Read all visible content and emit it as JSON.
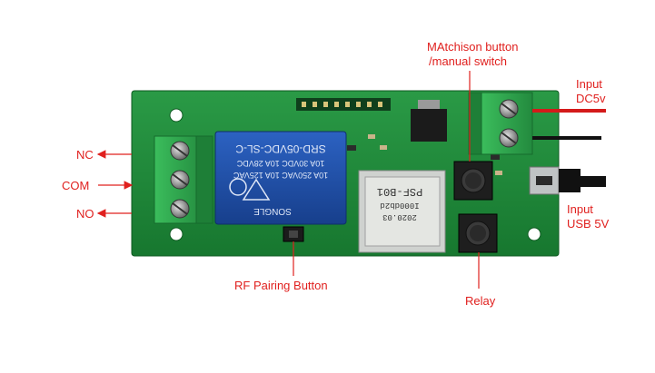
{
  "labels": {
    "nc": "NC",
    "com": "COM",
    "no": "NO",
    "matchison_line1": "MAtchison button",
    "matchison_line2": "/manual  switch",
    "input_dc_line1": "Input",
    "input_dc_line2": "DC5v",
    "input_usb_line1": "Input",
    "input_usb_line2": "USB 5V",
    "rf_pairing": "RF Pairing Button",
    "relay": "Relay"
  },
  "relay_markings": {
    "line1": "SRD-05VDC-SL-C",
    "line2": "10A 30VDC  10A 28VDC",
    "line3": "10A 250VAC 10A 125VAC",
    "brand": "SONGLE"
  },
  "module_markings": {
    "line1": "PSF-B01",
    "line2": "I000db2d",
    "line3": "2020.03"
  },
  "colors": {
    "pcb": "#1f8f3c",
    "terminal": "#2fa84f",
    "relay": "#1c4fa8",
    "annotation": "#e0201e"
  }
}
